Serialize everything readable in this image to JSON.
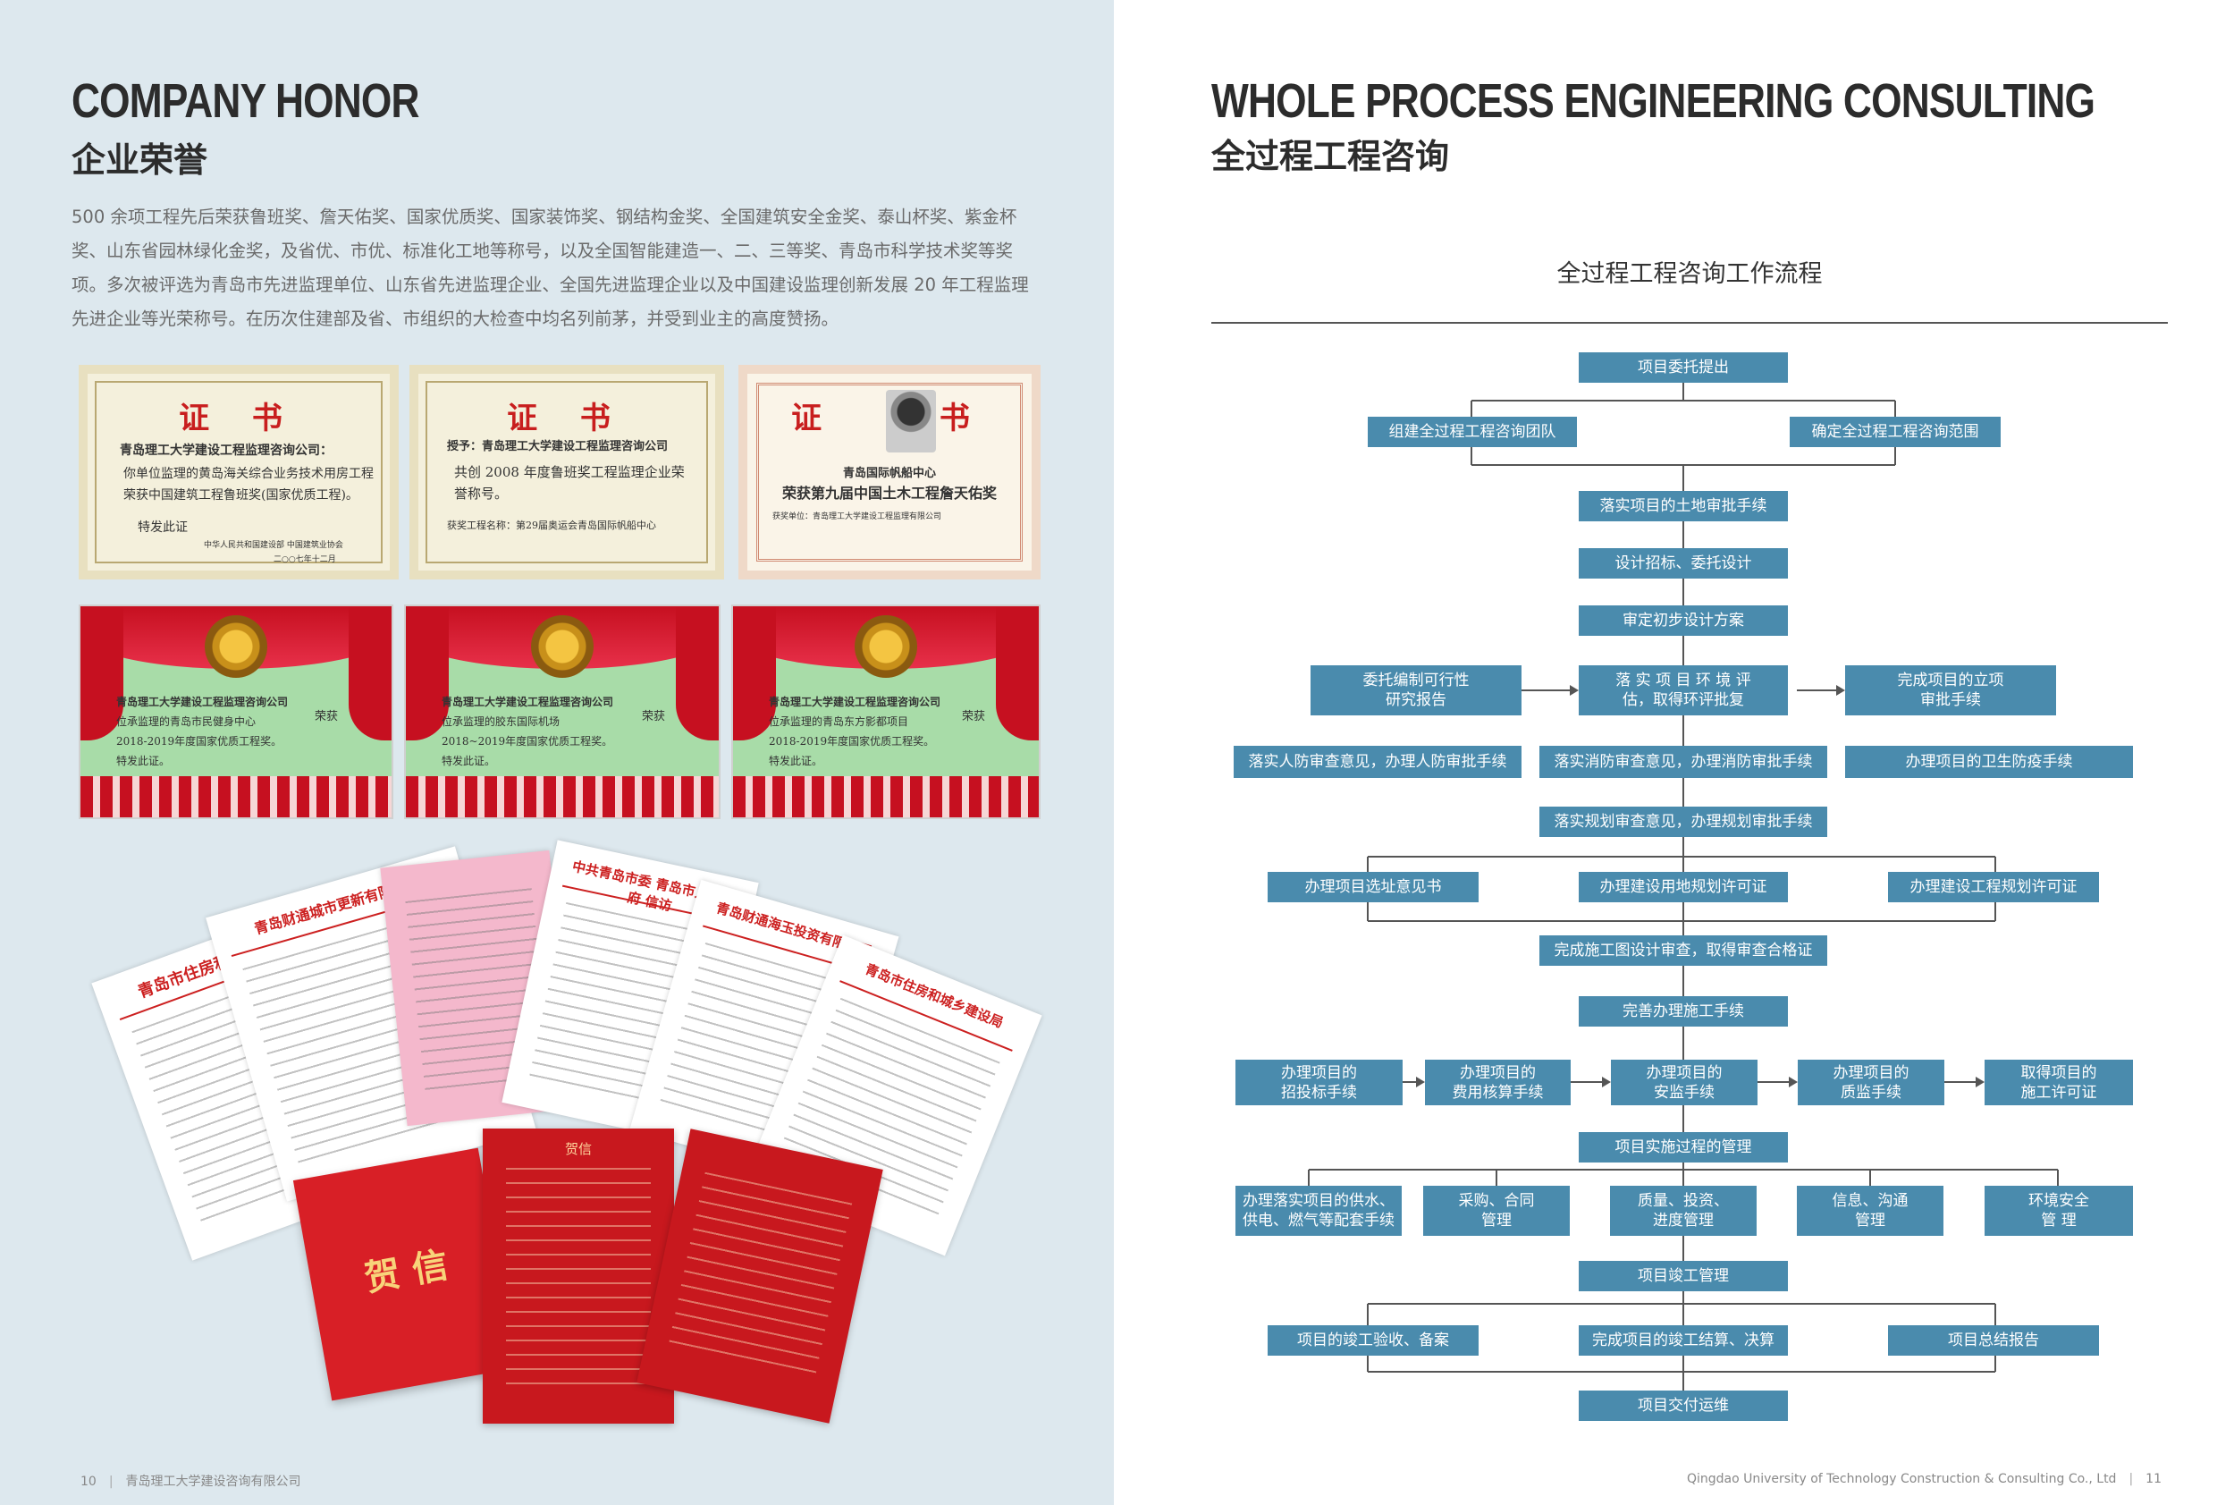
{
  "left": {
    "title_en": "COMPANY HONOR",
    "title_cn": "企业荣誉",
    "intro": "500 余项工程先后荣获鲁班奖、詹天佑奖、国家优质奖、国家装饰奖、钢结构金奖、全国建筑安全金奖、泰山杯奖、紫金杯奖、山东省园林绿化金奖，及省优、市优、标准化工地等称号，以及全国智能建造一、二、三等奖、青岛市科学技术奖等奖项。多次被评选为青岛市先进监理单位、山东省先进监理企业、全国先进监理企业以及中国建设监理创新发展 20 年工程监理先进企业等光荣称号。在历次住建部及省、市组织的大检查中均名列前茅，并受到业主的高度赞扬。",
    "certs": [
      {
        "heading": "证 书",
        "org": "青岛理工大学建设工程监理咨询公司：",
        "body": "你单位监理的黄岛海关综合业务技术用房工程荣获中国建筑工程鲁班奖(国家优质工程)。",
        "closing": "特发此证",
        "issuer": "中华人民共和国建设部  中国建筑业协会",
        "date": "二○○七年十二月"
      },
      {
        "heading": "证 书",
        "org": "授予：青岛理工大学建设工程监理咨询公司",
        "body": "共创 2008 年度鲁班奖工程监理企业荣誉称号。",
        "project": "获奖工程名称：第29届奥运会青岛国际帆船中心"
      },
      {
        "heading": "证 书",
        "project": "青岛国际帆船中心",
        "body": "荣获第九届中国土木工程詹天佑奖",
        "winner": "获奖单位：青岛理工大学建设工程监理有限公司"
      }
    ],
    "awards": [
      {
        "org": "青岛理工大学建设工程监理咨询公司",
        "body": "位承监理的青岛市民健身中心",
        "year": "2018-2019年度国家优质工程奖。",
        "closing": "特发此证。",
        "rongyu": "荣获"
      },
      {
        "org": "青岛理工大学建设工程监理咨询公司",
        "body": "位承监理的胶东国际机场",
        "year": "2018~2019年度国家优质工程奖。",
        "closing": "特发此证。",
        "rongyu": "荣获"
      },
      {
        "org": "青岛理工大学建设工程监理咨询公司",
        "body": "位承监理的青岛东方影都项目",
        "year": "2018-2019年度国家优质工程奖。",
        "closing": "特发此证。",
        "rongyu": "荣获"
      }
    ],
    "letters": {
      "l1": "青岛市住房和城乡建设局",
      "l2": "青岛财通城市更新有限公司",
      "l3": "中共青岛市委 青岛市人民政府 信访",
      "l4": "青岛财通海玉投资有限公司",
      "l5": "青岛市住房和城乡建设局",
      "cover": "贺 信",
      "inside": "贺信"
    },
    "footer_page": "10",
    "footer_company": "青岛理工大学建设咨询有限公司"
  },
  "right": {
    "title_en": "WHOLE PROCESS ENGINEERING CONSULTING",
    "title_cn": "全过程工程咨询",
    "flow_title": "全过程工程咨询工作流程",
    "nodes": {
      "n1": "项目委托提出",
      "n2a": "组建全过程工程咨询团队",
      "n2b": "确定全过程工程咨询范围",
      "n3": "落实项目的土地审批手续",
      "n4": "设计招标、委托设计",
      "n5": "审定初步设计方案",
      "n6a": "委托编制可行性\n研究报告",
      "n6b": "落 实 项 目 环 境 评\n估，取得环评批复",
      "n6c": "完成项目的立项\n审批手续",
      "n7a": "落实人防审查意见，办理人防审批手续",
      "n7b": "落实消防审查意见，办理消防审批手续",
      "n7c": "办理项目的卫生防疫手续",
      "n8": "落实规划审查意见，办理规划审批手续",
      "n9a": "办理项目选址意见书",
      "n9b": "办理建设用地规划许可证",
      "n9c": "办理建设工程规划许可证",
      "n10": "完成施工图设计审查，取得审查合格证",
      "n11": "完善办理施工手续",
      "n12a": "办理项目的\n招投标手续",
      "n12b": "办理项目的\n费用核算手续",
      "n12c": "办理项目的\n安监手续",
      "n12d": "办理项目的\n质监手续",
      "n12e": "取得项目的\n施工许可证",
      "n13": "项目实施过程的管理",
      "n14a": "办理落实项目的供水、\n供电、燃气等配套手续",
      "n14b": "采购、合同\n管理",
      "n14c": "质量、投资、\n进度管理",
      "n14d": "信息、沟通\n管理",
      "n14e": "环境安全\n管 理",
      "n15": "项目竣工管理",
      "n16a": "项目的竣工验收、备案",
      "n16b": "完成项目的竣工结算、决算",
      "n16c": "项目总结报告",
      "n17": "项目交付运维"
    },
    "footer_company": "Qingdao University of Technology Construction & Consulting Co., Ltd",
    "footer_page": "11"
  },
  "colors": {
    "node": "#4a8bad",
    "left_bg": "#dde8ee",
    "line": "#555555"
  }
}
